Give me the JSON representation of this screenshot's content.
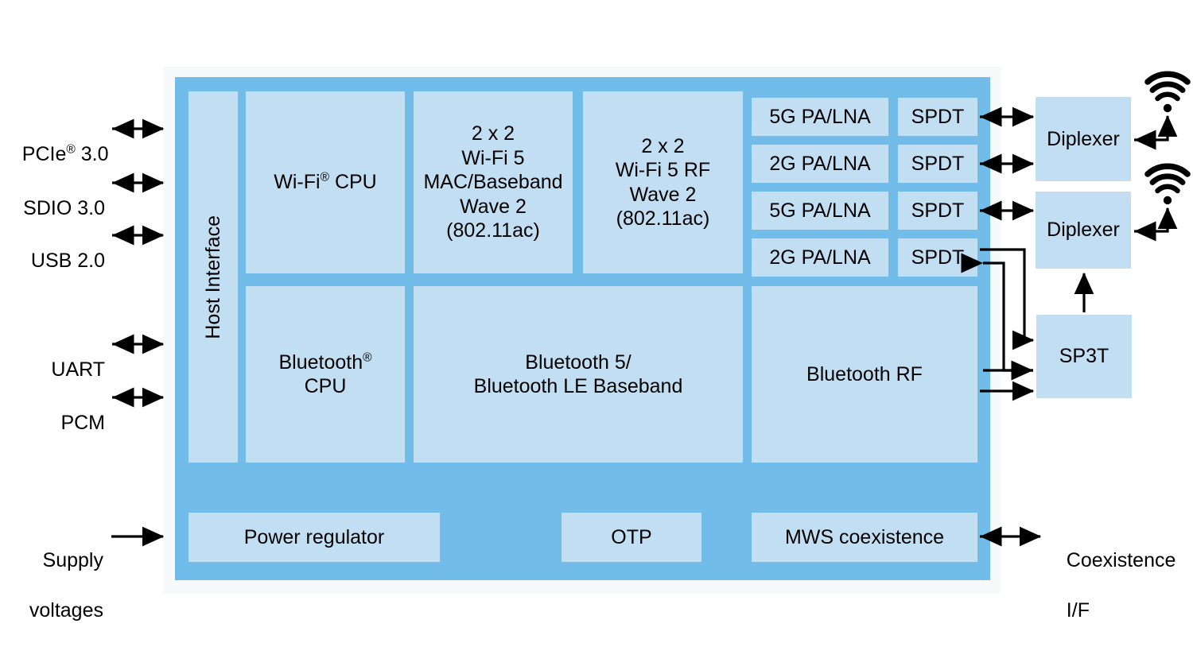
{
  "diagram": {
    "title": "Wi-Fi 5 / Bluetooth 5 combo SoC block diagram",
    "type": "block-diagram",
    "colors": {
      "chip_fill": "#72bce9",
      "block_fill": "#c2def2",
      "panel_bg": "#f7f9fb",
      "line": "#000000",
      "text": "#000000"
    }
  },
  "left_interfaces": [
    {
      "label": "PCIe® 3.0",
      "arrow": "bidirectional"
    },
    {
      "label": "SDIO 3.0",
      "arrow": "bidirectional"
    },
    {
      "label": "USB 2.0",
      "arrow": "bidirectional"
    },
    {
      "label": "UART",
      "arrow": "bidirectional"
    },
    {
      "label": "PCM",
      "arrow": "bidirectional"
    }
  ],
  "left_power": {
    "line1": "Supply",
    "line2": "voltages",
    "arrow": "unidirectional-right"
  },
  "right_coex": {
    "line1": "Coexistence",
    "line2": "I/F",
    "arrow": "bidirectional"
  },
  "chip": {
    "host_interface": {
      "label": "Host Interface",
      "orientation": "vertical"
    },
    "wifi_row": [
      {
        "name": "wifi-cpu",
        "label": "Wi-Fi® CPU"
      },
      {
        "name": "wifi-mac-bb",
        "lines": [
          "2 x 2",
          "Wi-Fi 5",
          "MAC/Baseband",
          "Wave 2",
          "(802.11ac)"
        ]
      },
      {
        "name": "wifi-rf",
        "lines": [
          "2 x 2",
          "Wi-Fi 5 RF",
          "Wave 2",
          "(802.11ac)"
        ]
      }
    ],
    "pa_lna": [
      {
        "label": "5G PA/LNA"
      },
      {
        "label": "2G PA/LNA"
      },
      {
        "label": "5G PA/LNA"
      },
      {
        "label": "2G PA/LNA"
      }
    ],
    "spdt": [
      {
        "label": "SPDT"
      },
      {
        "label": "SPDT"
      },
      {
        "label": "SPDT"
      },
      {
        "label": "SPDT"
      }
    ],
    "bt_row": [
      {
        "name": "bt-cpu",
        "lines": [
          "Bluetooth®",
          "CPU"
        ]
      },
      {
        "name": "bt-baseband",
        "lines": [
          "Bluetooth 5/",
          "Bluetooth LE Baseband"
        ]
      },
      {
        "name": "bt-rf",
        "label": "Bluetooth RF"
      }
    ],
    "bottom_row": [
      {
        "name": "power-regulator",
        "label": "Power regulator"
      },
      {
        "name": "otp",
        "label": "OTP"
      },
      {
        "name": "mws-coexistence",
        "label": "MWS coexistence"
      }
    ]
  },
  "external_blocks": [
    {
      "name": "diplexer-1",
      "label": "Diplexer"
    },
    {
      "name": "diplexer-2",
      "label": "Diplexer"
    },
    {
      "name": "sp3t",
      "label": "SP3T"
    }
  ],
  "antennas": [
    {
      "name": "antenna-1",
      "icon": "wifi-antenna-icon"
    },
    {
      "name": "antenna-2",
      "icon": "wifi-antenna-icon"
    }
  ]
}
